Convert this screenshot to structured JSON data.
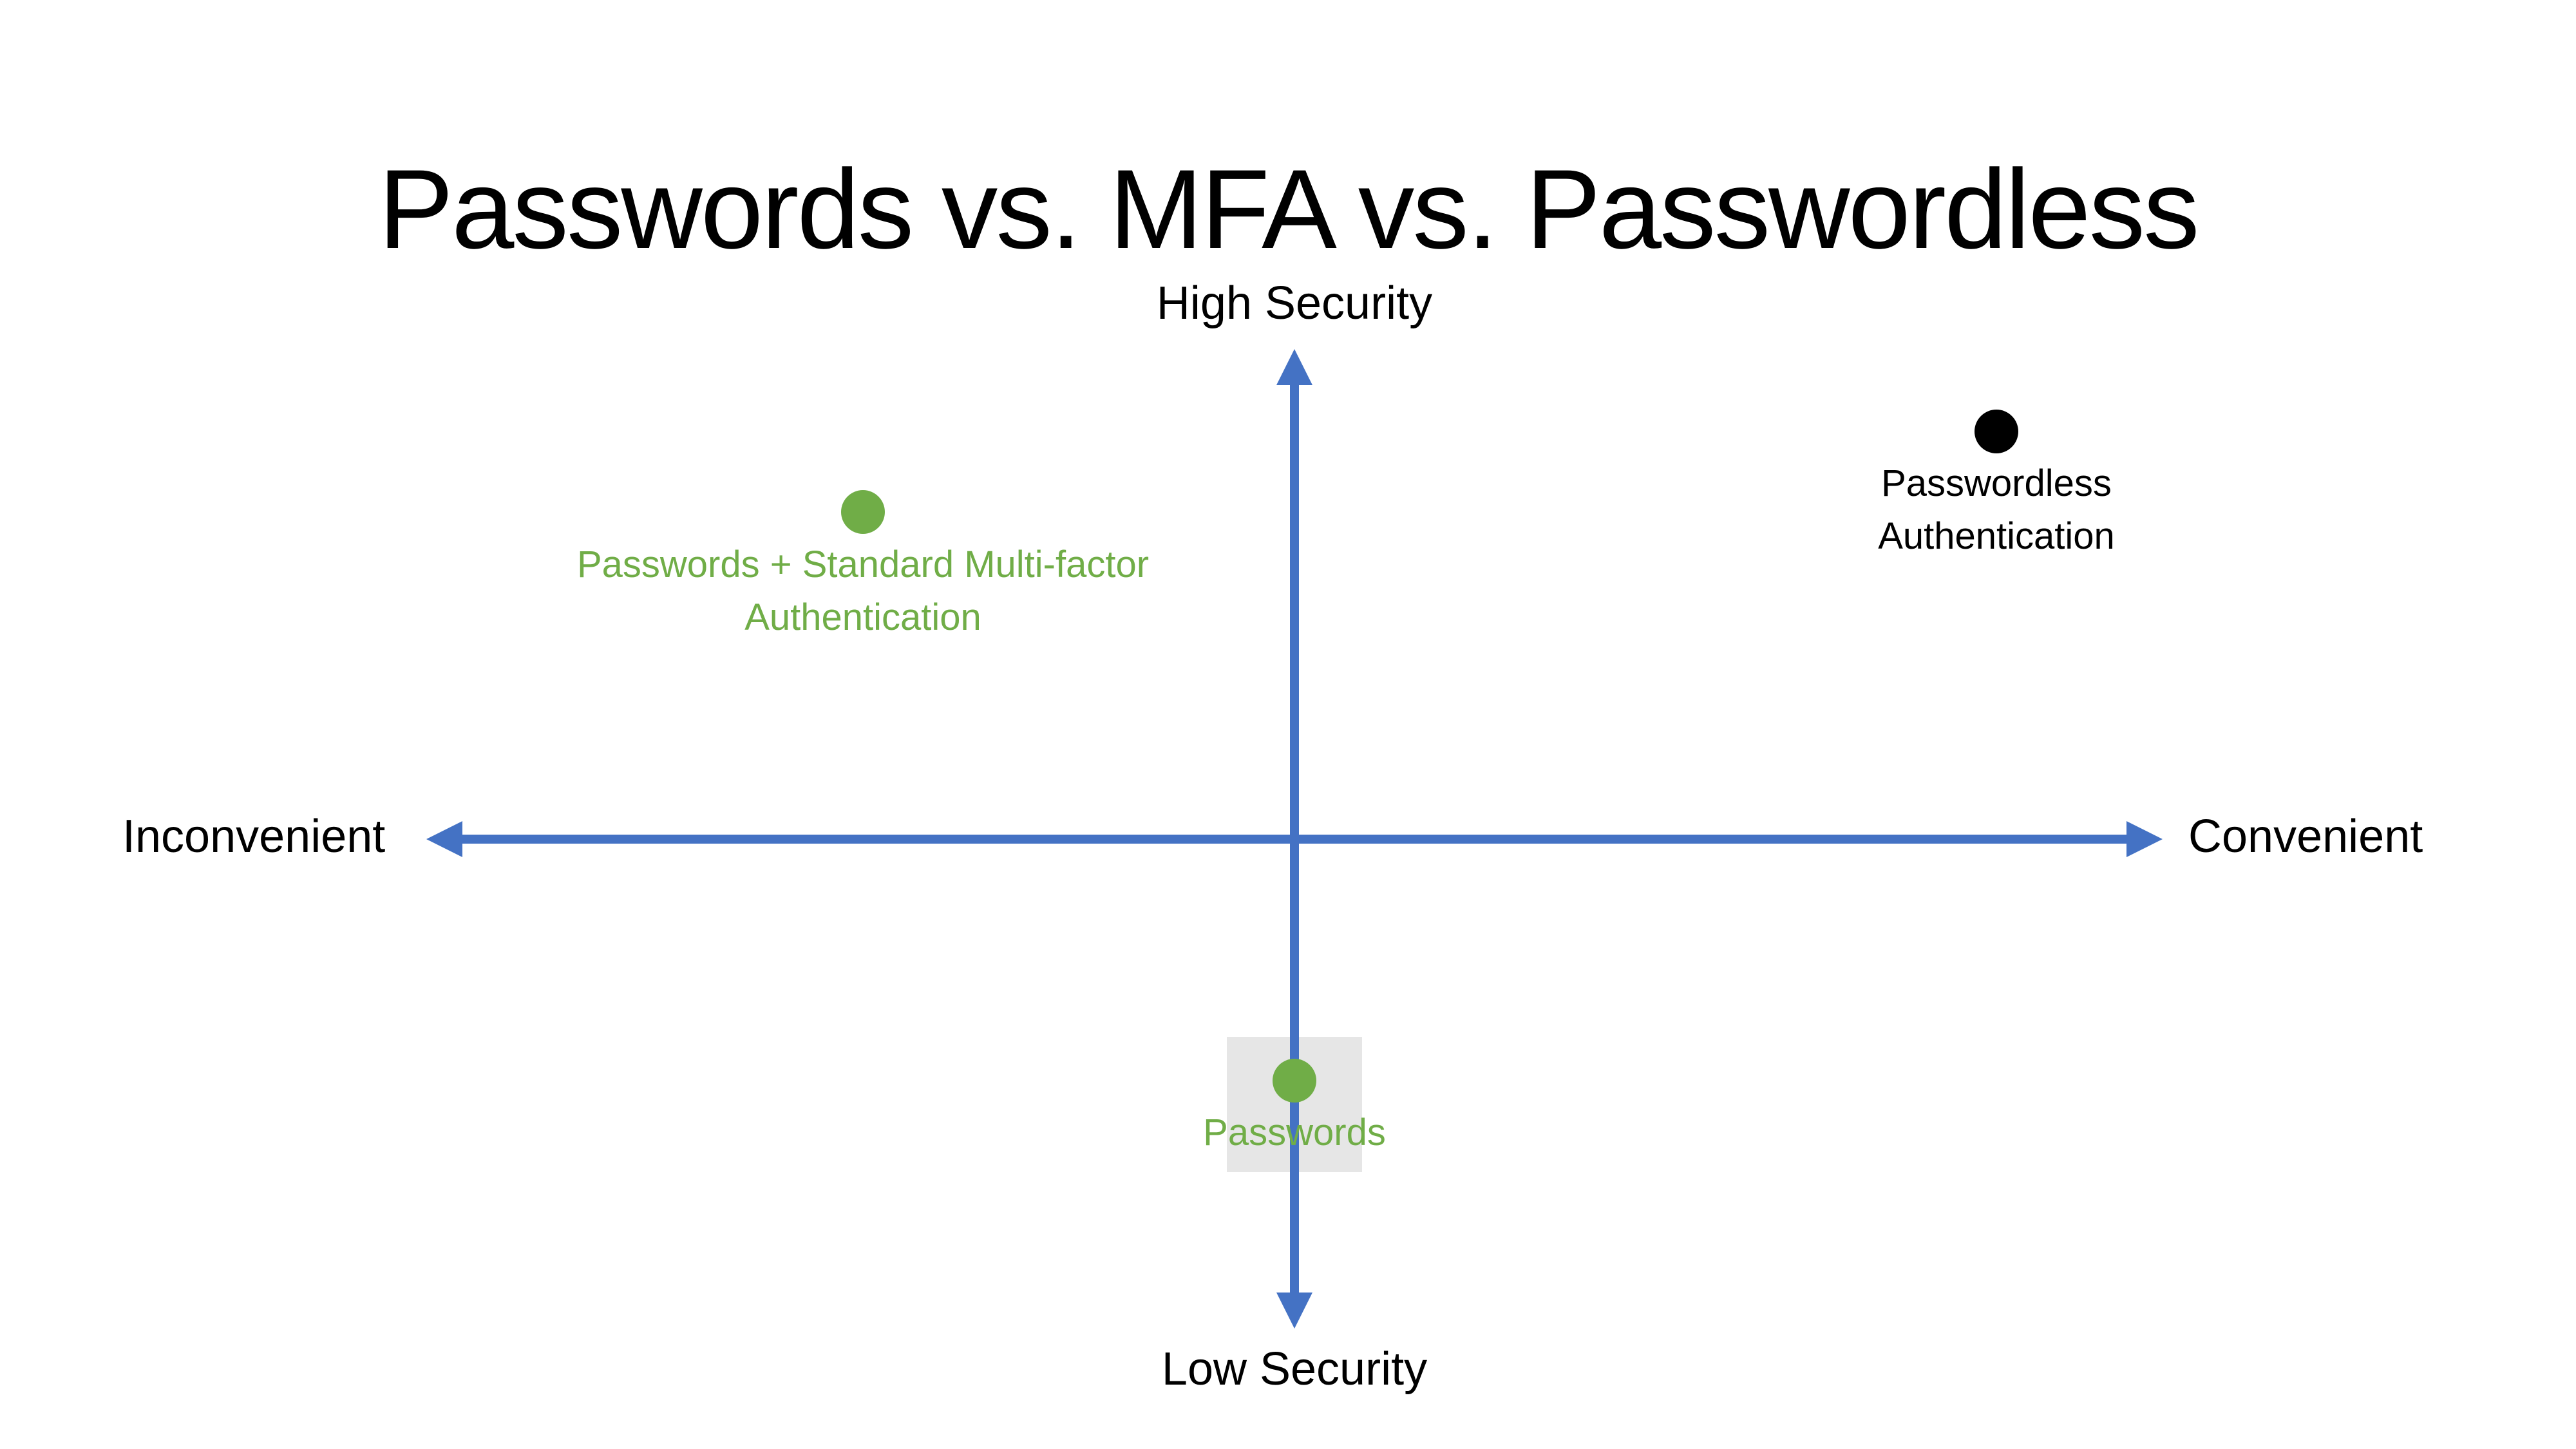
{
  "title": "Passwords vs. MFA vs. Passwordless",
  "axes": {
    "top": "High Security",
    "bottom": "Low Security",
    "left": "Inconvenient",
    "right": "Convenient"
  },
  "colors": {
    "axis": "#4472c4",
    "green": "#70ad47",
    "black": "#000000"
  },
  "points": [
    {
      "name": "mfa",
      "line1": "Passwords + Standard  Multi-factor",
      "line2": "Authentication",
      "color": "#70ad47"
    },
    {
      "name": "passwordless",
      "line1": "Passwordless",
      "line2": "Authentication",
      "color": "#000000"
    },
    {
      "name": "passwords",
      "line1": "Passwords",
      "color": "#70ad47",
      "highlighted": true
    }
  ]
}
